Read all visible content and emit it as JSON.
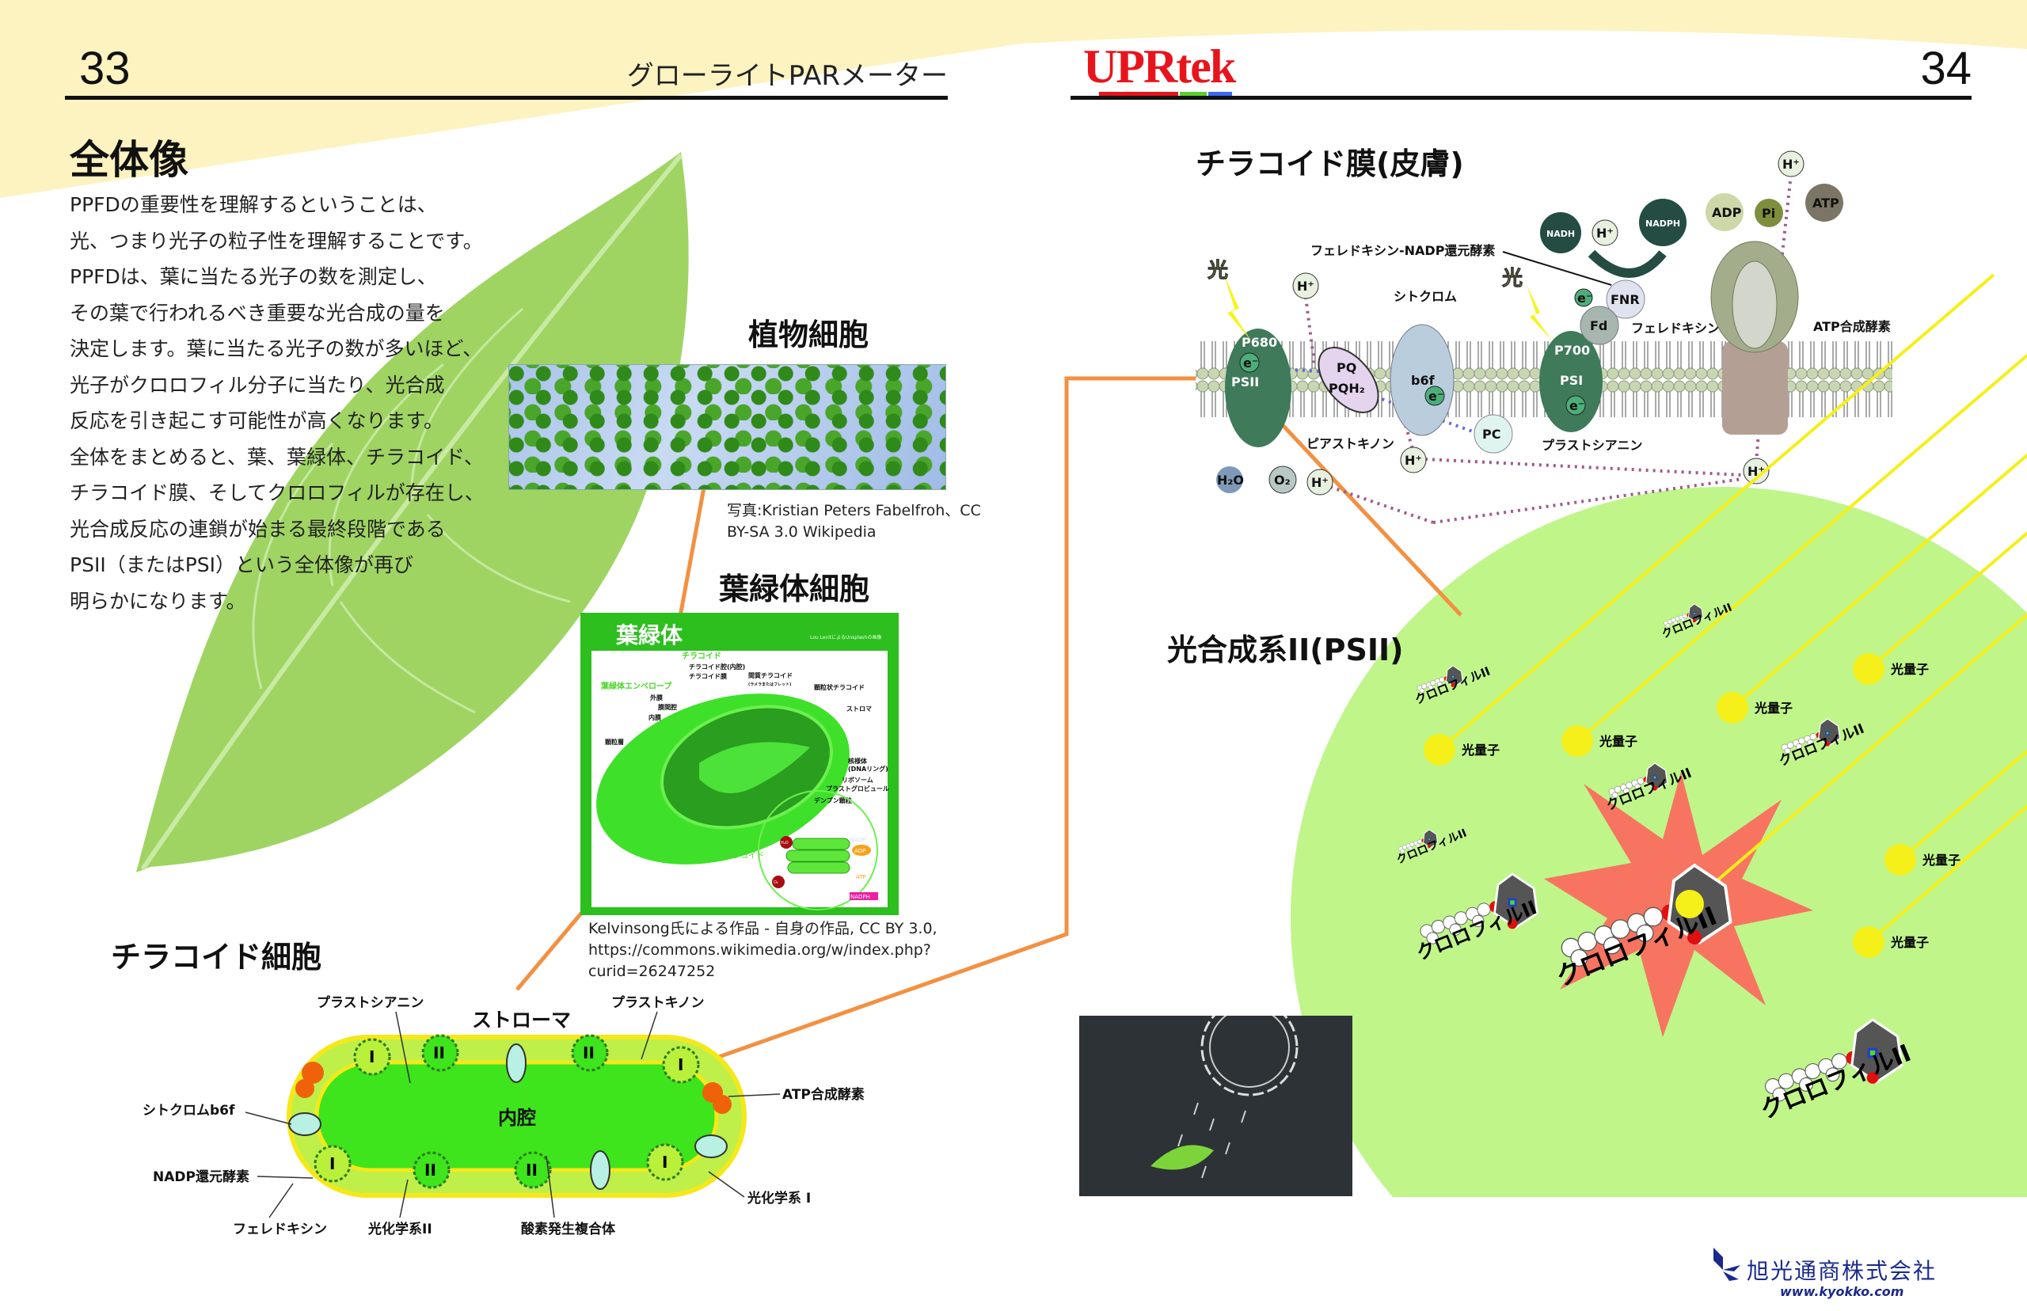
{
  "header": {
    "left_page_number": "33",
    "left_title": "グローライトPARメーター",
    "brand_logo": "UPRtek",
    "right_page_number": "34"
  },
  "intro": {
    "heading": "全体像",
    "paragraph_lines": [
      "PPFDの重要性を理解するということは、",
      "光、つまり光子の粒子性を理解することです。",
      "PPFDは、葉に当たる光子の数を測定し、",
      "その葉で行われるべき重要な光合成の量を",
      "決定します。葉に当たる光子の数が多いほど、",
      "光子がクロロフィル分子に当たり、光合成",
      "反応を引き起こす可能性が高くなります。",
      "全体をまとめると、葉、葉緑体、チラコイド、",
      "チラコイド膜、そしてクロロフィルが存在し、",
      "光合成反応の連鎖が始まる最終段階である",
      "PSII（またはPSI）という全体像が再び",
      "明らかになります。"
    ]
  },
  "plant_cell": {
    "title": "植物細胞",
    "caption_lines": [
      "写真:Kristian Peters Fabelfroh、CC",
      "BY-SA 3.0 Wikipedia"
    ]
  },
  "chloroplast": {
    "title": "葉緑体細胞",
    "figure": {
      "banner": "葉緑体",
      "credit": "Lou LevitによるUnsplashの画像",
      "thylakoid": "チラコイド",
      "thylakoid_lumen": "チラコイド腔(内腔)",
      "thylakoid_membrane": "チラコイド膜",
      "envelope": "葉緑体エンベロープ",
      "stroma_thylakoid": "間質チラコイド",
      "stroma_thylakoid_note": "(ラメラまたはフレット)",
      "granal_thylakoid": "顆粒状チラコイド",
      "outer_membrane": "外膜",
      "intermembrane_space": "膜間腔",
      "inner_membrane": "内膜",
      "stroma": "ストロマ",
      "granum": "顆粒層",
      "nucleoid": "核様体",
      "nucleoid_note": "(DNAリング)",
      "ribosome": "リボソーム",
      "plastoglobule": "プラストグロビュール",
      "starch": "デンプン顆粒",
      "inset_thylakoid": "チラコイド",
      "h2o": "H₂O",
      "o2": "O₂",
      "nadp": "NADP⁺",
      "adp": "ADP",
      "atp": "ATP",
      "nadph": "NADPH"
    },
    "caption_lines": [
      "Kelvinsong氏による作品 - 自身の作品, CC BY 3.0,",
      "https://commons.wikimedia.org/w/index.php?",
      "curid=26247252"
    ]
  },
  "thylakoid_cell": {
    "title": "チラコイド細胞",
    "stroma": "ストローマ",
    "lumen": "内腔",
    "plastocyanin": "プラストシアニン",
    "plastoquinone": "プラストキノン",
    "cytochrome_b6f": "シトクロムb6f",
    "atp_synthase": "ATP合成酵素",
    "nadp_reductase": "NADP還元酵素",
    "photosystem_1": "光化学系 I",
    "ferredoxin": "フェレドキシン",
    "photosystem_2": "光化学系II",
    "oxygen_evolving_complex": "酸素発生複合体",
    "ps1_mark": "I",
    "ps2_mark": "II"
  },
  "membrane": {
    "title": "チラコイド膜(皮膚)",
    "light": "光",
    "p680": "P680",
    "psii": "PSII",
    "electron": "e⁻",
    "h_plus": "H⁺",
    "pq": "PQ",
    "pqh2": "PQH₂",
    "plastoquinone": "ピアストキノン",
    "cytochrome": "シトクロム",
    "b6f": "b6f",
    "p700": "P700",
    "psi": "PSI",
    "fnr": "FNR",
    "fd": "Fd",
    "ferredoxin": "フェレドキシン",
    "fnr_label": "フェレドキシン-NADP還元酵素",
    "nadh": "NADH",
    "nadph": "NADPH",
    "adp": "ADP",
    "pi": "Pi",
    "atp": "ATP",
    "atp_synthase": "ATP合成酵素",
    "pc": "PC",
    "plastocyanin": "プラストシアニン",
    "h2o": "H₂O",
    "o2": "O₂"
  },
  "psii": {
    "title": "光合成系II(PSII)",
    "photon_label": "光量子",
    "chlorophyll_label": "クロロフィルII"
  },
  "footer": {
    "company": "旭光通商株式会社",
    "url": "www.kyokko.com"
  },
  "colors": {
    "accent_orange": "#f39041",
    "leaf_green": "#9ccf5c",
    "psii_circle": "#c0f58a",
    "photon_yellow": "#f5ef1a",
    "brand_red": "#e8141c",
    "company_blue": "#1a2a8c"
  }
}
